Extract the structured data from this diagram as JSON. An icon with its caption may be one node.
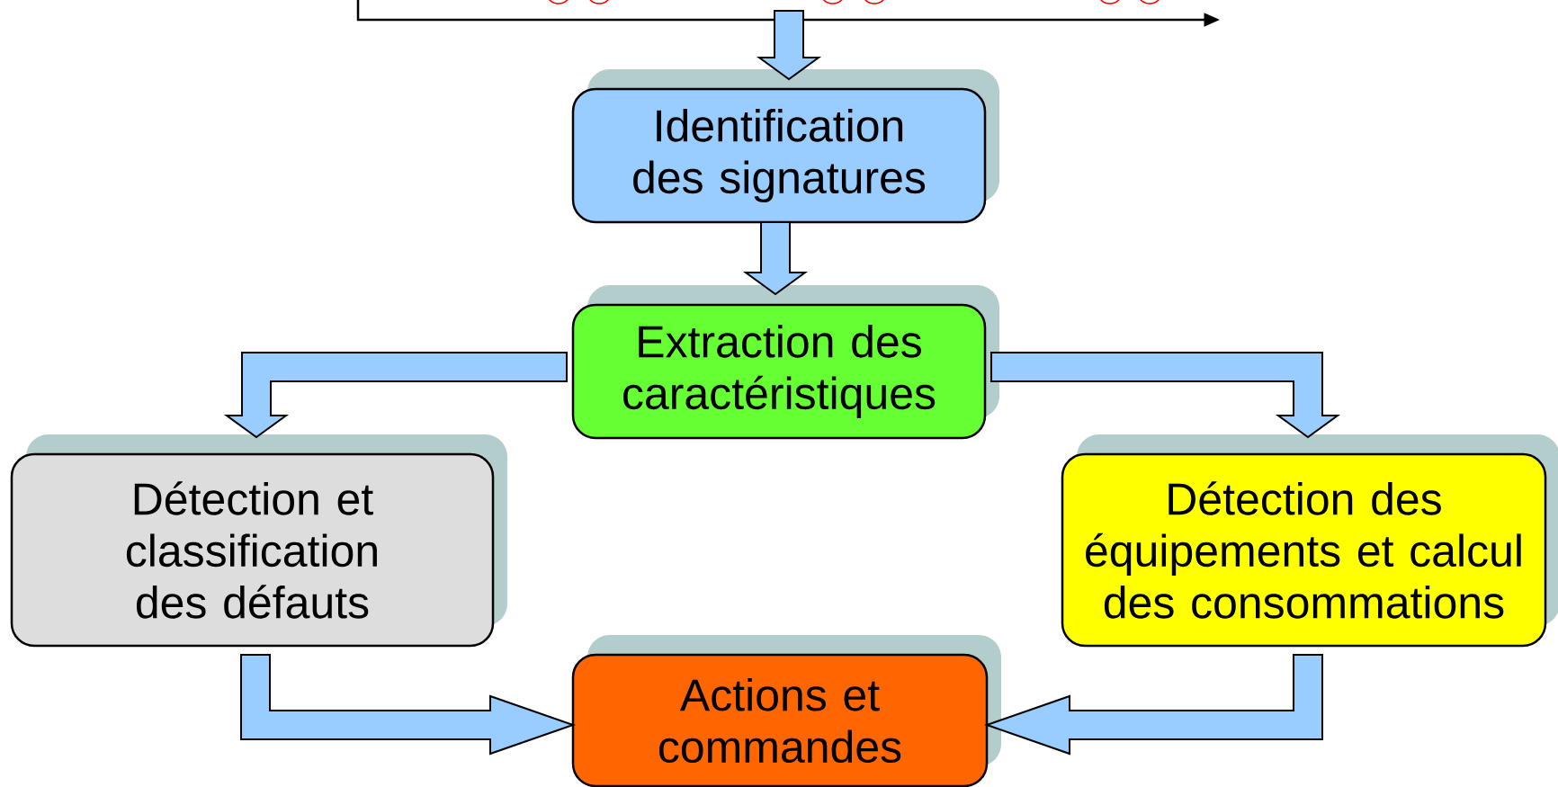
{
  "diagram": {
    "nodes": [
      {
        "text": [],
        "shape": "picture"
      },
      {
        "text": [
          "Identification des signatures"
        ]
      },
      {
        "text": [
          "Extraction des caractéristiques"
        ]
      },
      {
        "text": [
          "Détection et classification des défauts"
        ]
      },
      {
        "text": [
          "Détection des équipements et calcul des consommations"
        ]
      },
      {
        "text": [
          "Actions et commandes"
        ]
      }
    ],
    "edges": [
      {
        "from": 0,
        "to": 1,
        "arrow": "to"
      },
      {
        "from": 1,
        "to": 2,
        "arrow": "to"
      },
      {
        "from": 2,
        "to": 3,
        "arrow": "to"
      },
      {
        "from": 2,
        "to": 4,
        "arrow": "to"
      },
      {
        "from": 3,
        "to": 5,
        "arrow": "to"
      },
      {
        "from": 4,
        "to": 5,
        "arrow": "to"
      }
    ]
  }
}
